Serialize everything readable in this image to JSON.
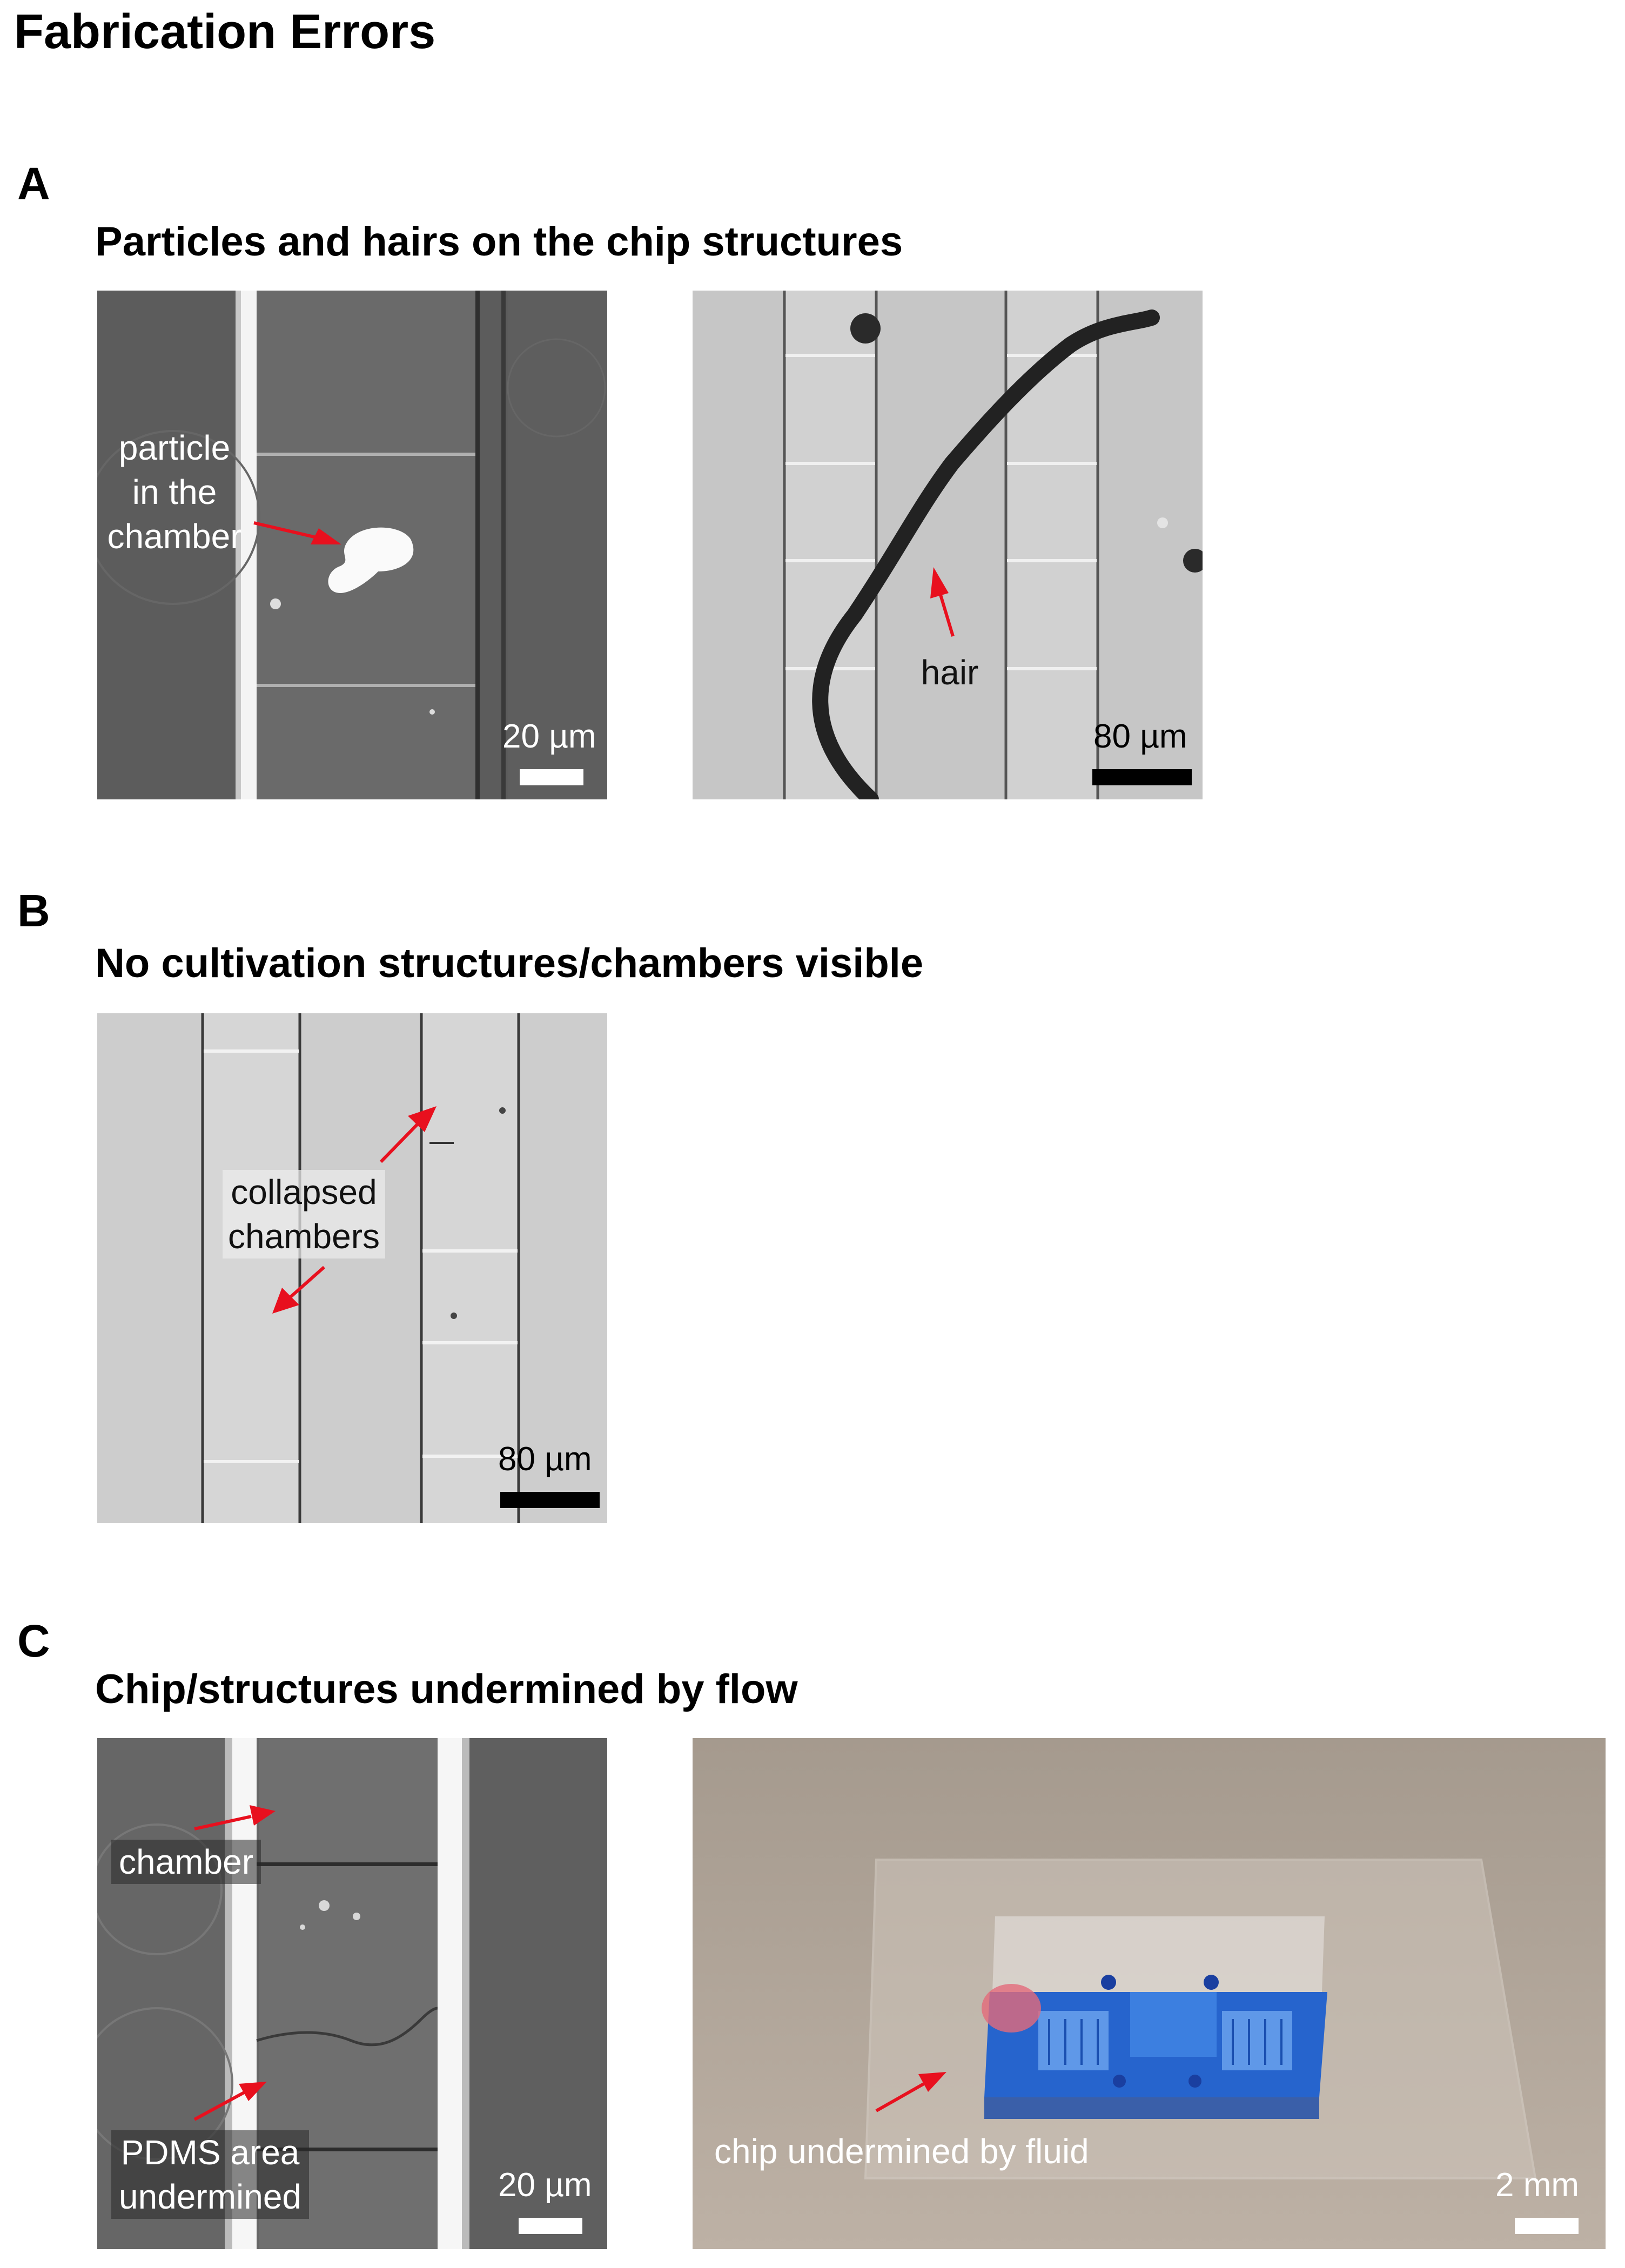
{
  "figure_title": "Fabrication Errors",
  "panels": {
    "A": {
      "letter": "A",
      "subtitle": "Particles and hairs on the chip structures",
      "left_image": {
        "label_lines": [
          "particle",
          "in the",
          "chamber"
        ],
        "scale": "20 µm"
      },
      "right_image": {
        "label": "hair",
        "scale": "80 µm"
      }
    },
    "B": {
      "letter": "B",
      "subtitle": "No cultivation structures/chambers visible",
      "image": {
        "label_lines": [
          "collapsed",
          "chambers"
        ],
        "scale": "80 µm"
      }
    },
    "C": {
      "letter": "C",
      "subtitle": "Chip/structures undermined by flow",
      "left_image": {
        "label_top": "chamber",
        "label_bottom_lines": [
          "PDMS area",
          "undermined"
        ],
        "scale": "20 µm"
      },
      "right_image": {
        "label": "chip undermined by fluid",
        "scale": "2 mm"
      }
    }
  },
  "colors": {
    "arrow": "#e8101e",
    "text": "#000000"
  }
}
